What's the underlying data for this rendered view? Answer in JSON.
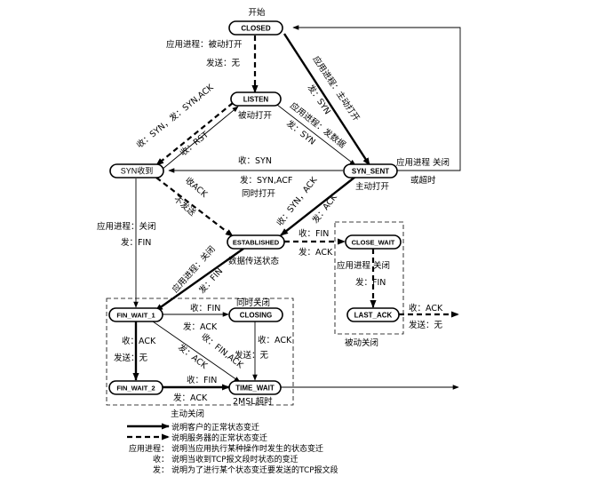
{
  "states": {
    "closed": "CLOSED",
    "listen": "LISTEN",
    "syn_rcvd": "SYN收到",
    "syn_sent": "SYN_SENT",
    "established": "ESTABLISHED",
    "close_wait": "CLOSE_WAIT",
    "last_ack": "LAST_ACK",
    "fin_wait_1": "FIN_WAIT_1",
    "closing": "CLOSING",
    "fin_wait_2": "FIN_WAIT_2",
    "time_wait": "TIME_WAIT"
  },
  "labels": {
    "start": "开始",
    "closed_listen_app": "应用进程：被动打开",
    "closed_listen_send": "发送：无",
    "closed_synsent": "应用进程：主动打开",
    "closed_synsent_send": "发：SYN",
    "listen_note": "被动打开",
    "listen_synrcvd": "收：SYN，发：SYN,ACK",
    "synrcvd_listen": "收：RST",
    "listen_synsent_app": "应用进程：发数据",
    "listen_synsent_send": "发：SYN",
    "synsent_synrcvd_recv": "收：SYN",
    "synsent_synrcvd_send": "发：SYN,ACF",
    "simultaneous_open": "同时打开",
    "active_open": "主动打开",
    "synsent_close": "应用进程 关闭",
    "or_timeout": "或超时",
    "synrcvd_est_recv": "收ACK",
    "synrcvd_est_send": "不发送",
    "synsent_est_recv": "收：SYN，ACK",
    "synsent_est_send": "发：ACK",
    "synrcvd_fin_app": "应用进程：关闭",
    "synrcvd_fin_send": "发：FIN",
    "est_fin_app": "应用进程：关闭",
    "est_fin_send": "发：FIN",
    "data_transfer": "数据传送状态",
    "est_cw_recv": "收：FIN",
    "est_cw_send": "发：ACK",
    "cw_la_app": "应用进程 关闭",
    "cw_la_send": "发：FIN",
    "passive_close": "被动关闭",
    "la_close_recv": "收：ACK",
    "la_close_send": "发送：无",
    "fw1_closing_recv": "收：FIN",
    "fw1_closing_send": "发：ACK",
    "simultaneous_close": "同时关闭",
    "fw1_tw_recv": "收：FIN,ACK",
    "fw1_tw_send": "发：ACK",
    "fw1_fw2_recv": "收：ACK",
    "fw1_fw2_send": "发送：无",
    "closing_tw_recv": "收：ACK",
    "closing_tw_send": "发送：无",
    "fw2_tw_recv": "收：FIN",
    "fw2_tw_send": "发：ACK",
    "msl_timeout": "2MSL超时",
    "active_close": "主动关闭"
  },
  "legend": {
    "client_line": "说明客户的正常状态变迁",
    "server_line": "说明服务器的正常状态变迁",
    "app_key": "应用进程：",
    "app_desc": "说明当应用执行某种操作时发生的状态变迁",
    "recv_key": "收：",
    "recv_desc": "说明当收到TCP报文段时状态的变迁",
    "send_key": "发：",
    "send_desc": "说明为了进行某个状态变迁要发送的TCP报文段"
  }
}
